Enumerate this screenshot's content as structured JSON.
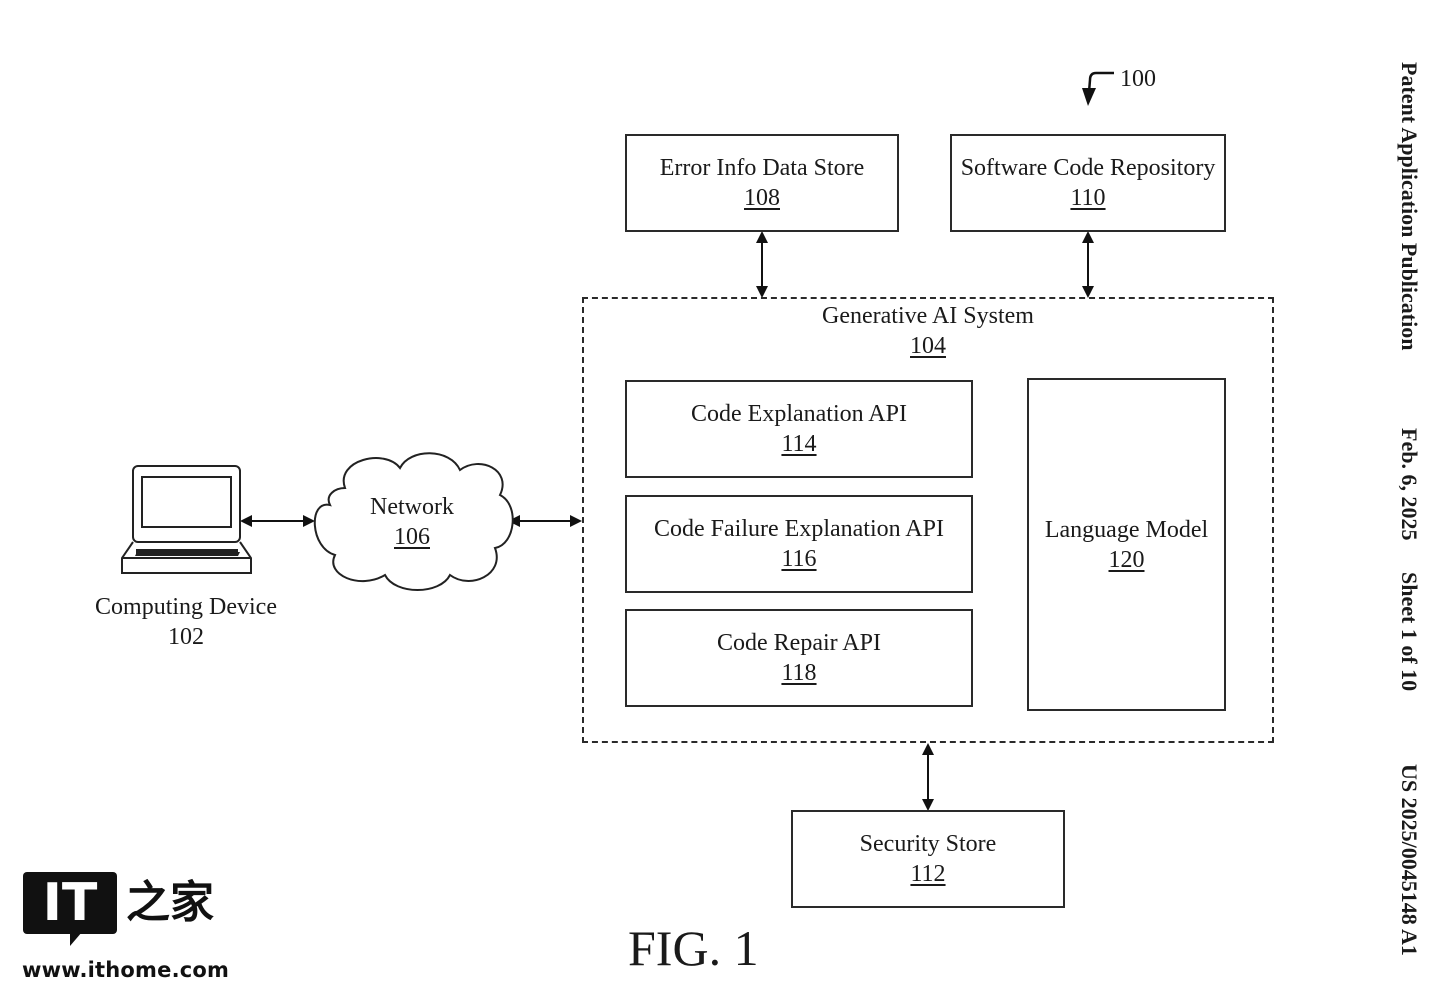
{
  "figure": {
    "caption": "FIG. 1",
    "reference": "100"
  },
  "header": {
    "publication": "Patent Application Publication",
    "date": "Feb. 6, 2025",
    "sheet": "Sheet 1 of 10",
    "number": "US 2025/0045148 A1"
  },
  "nodes": {
    "computing_device": {
      "label": "Computing Device",
      "ref": "102"
    },
    "network": {
      "label": "Network",
      "ref": "106"
    },
    "generative_ai_system": {
      "label": "Generative AI System",
      "ref": "104"
    },
    "error_info_data_store": {
      "label": "Error Info Data Store",
      "ref": "108"
    },
    "software_code_repository": {
      "label": "Software Code Repository",
      "ref": "110"
    },
    "security_store": {
      "label": "Security Store",
      "ref": "112"
    },
    "code_explanation_api": {
      "label": "Code Explanation API",
      "ref": "114"
    },
    "code_failure_explanation_api": {
      "label": "Code Failure Explanation API",
      "ref": "116"
    },
    "code_repair_api": {
      "label": "Code Repair API",
      "ref": "118"
    },
    "language_model": {
      "label": "Language Model",
      "ref": "120"
    }
  },
  "edges": [
    {
      "from": "computing_device",
      "to": "network",
      "type": "bidirectional"
    },
    {
      "from": "network",
      "to": "generative_ai_system",
      "type": "bidirectional"
    },
    {
      "from": "error_info_data_store",
      "to": "generative_ai_system",
      "type": "bidirectional"
    },
    {
      "from": "software_code_repository",
      "to": "generative_ai_system",
      "type": "bidirectional"
    },
    {
      "from": "generative_ai_system",
      "to": "security_store",
      "type": "bidirectional"
    }
  ],
  "watermark": {
    "logo_text": "IT",
    "logo_chinese": "之家",
    "url": "www.ithome.com"
  }
}
